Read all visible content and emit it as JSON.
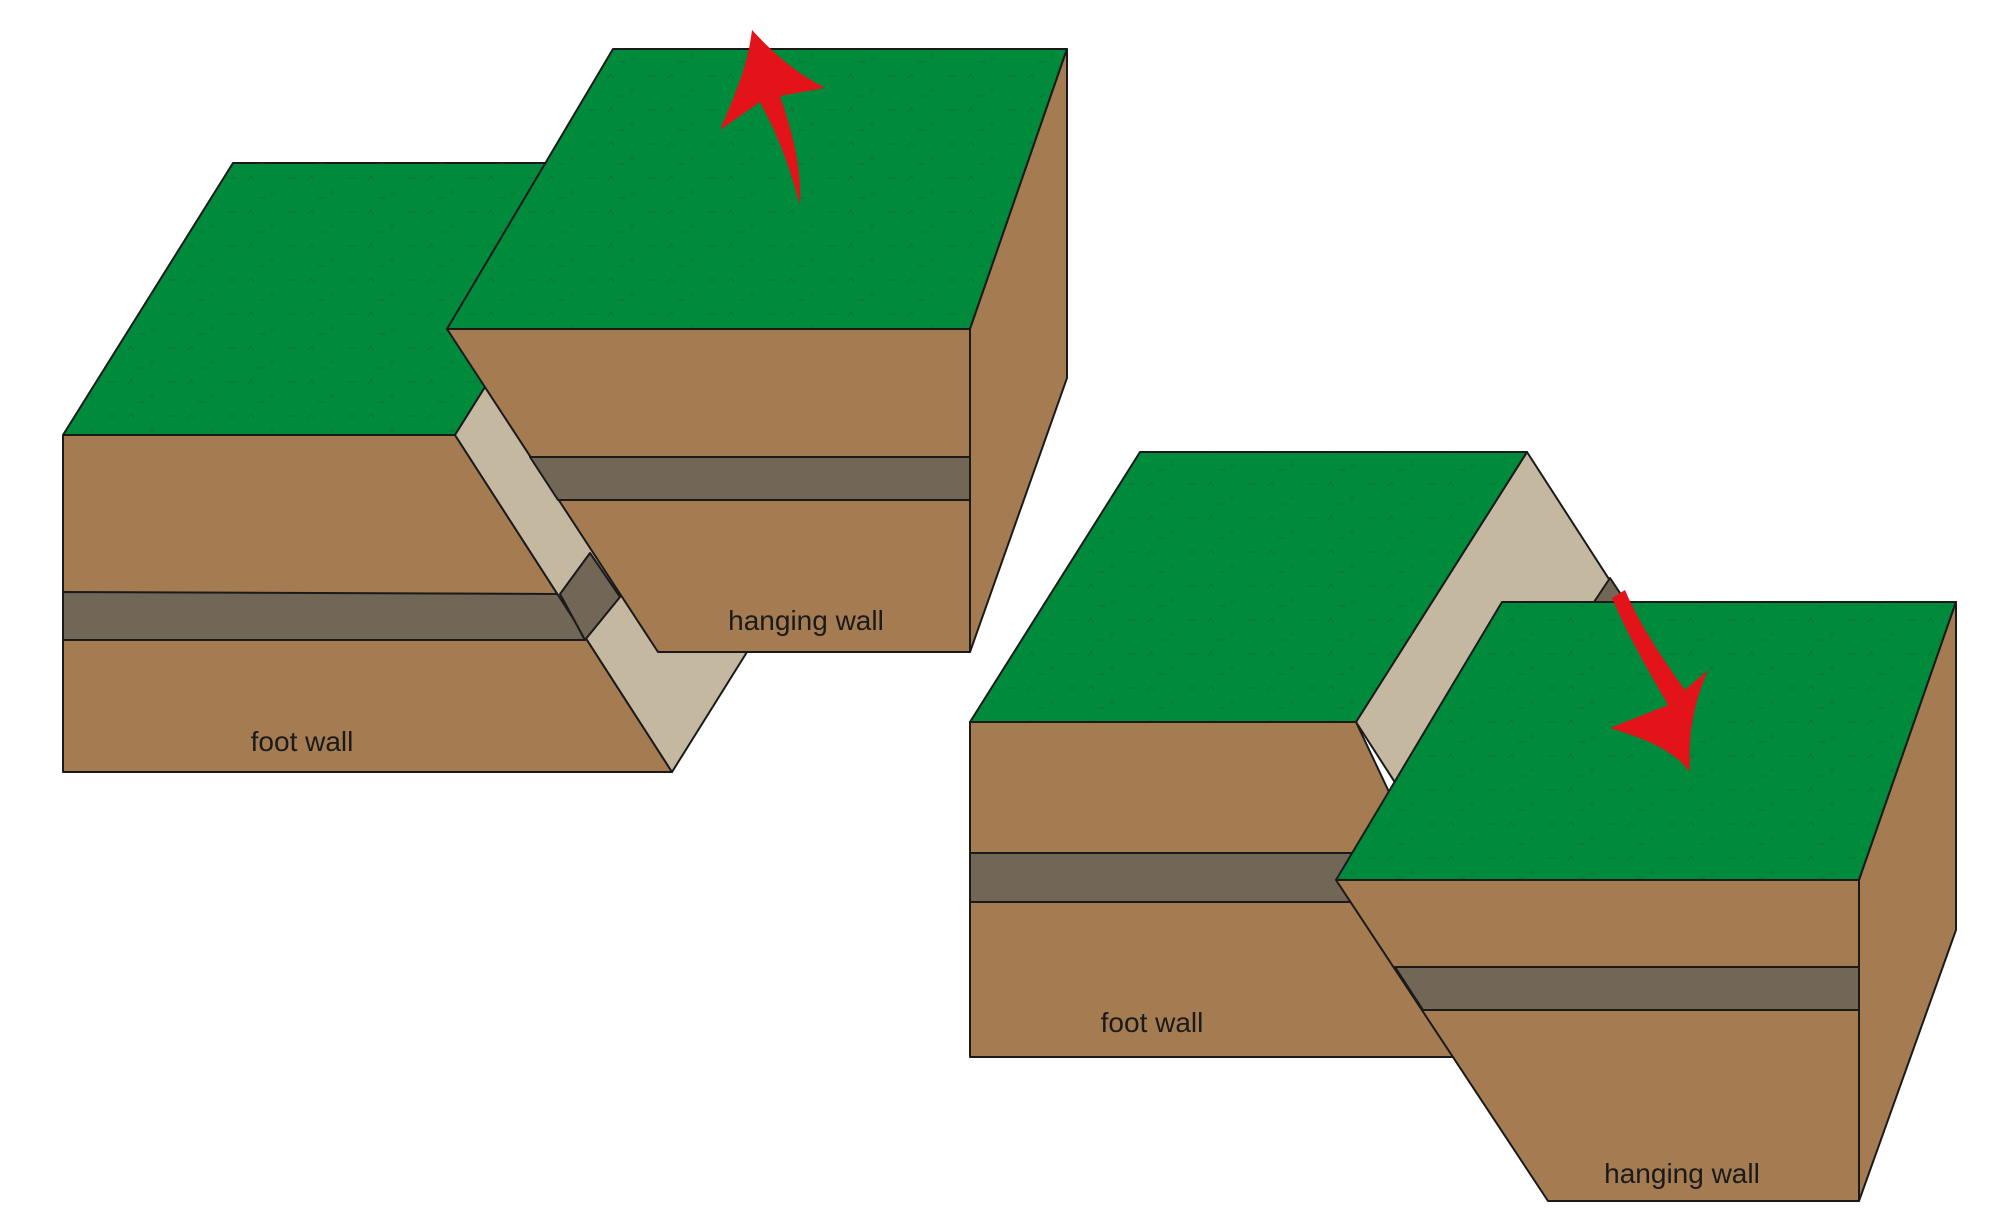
{
  "labels": {
    "reverse_hanging_wall": "hanging wall",
    "reverse_foot_wall": "foot wall",
    "normal_foot_wall": "foot wall",
    "normal_hanging_wall": "hanging wall"
  },
  "colors": {
    "grass": "#008A3C",
    "soil": "#A57C52",
    "rock_layer": "#726656",
    "fault_plane": "#C4B8A0",
    "arrow": "#E3131A",
    "outline": "#1a1a1a"
  },
  "arrows": {
    "reverse_fault_motion": "up",
    "normal_fault_motion": "down"
  }
}
